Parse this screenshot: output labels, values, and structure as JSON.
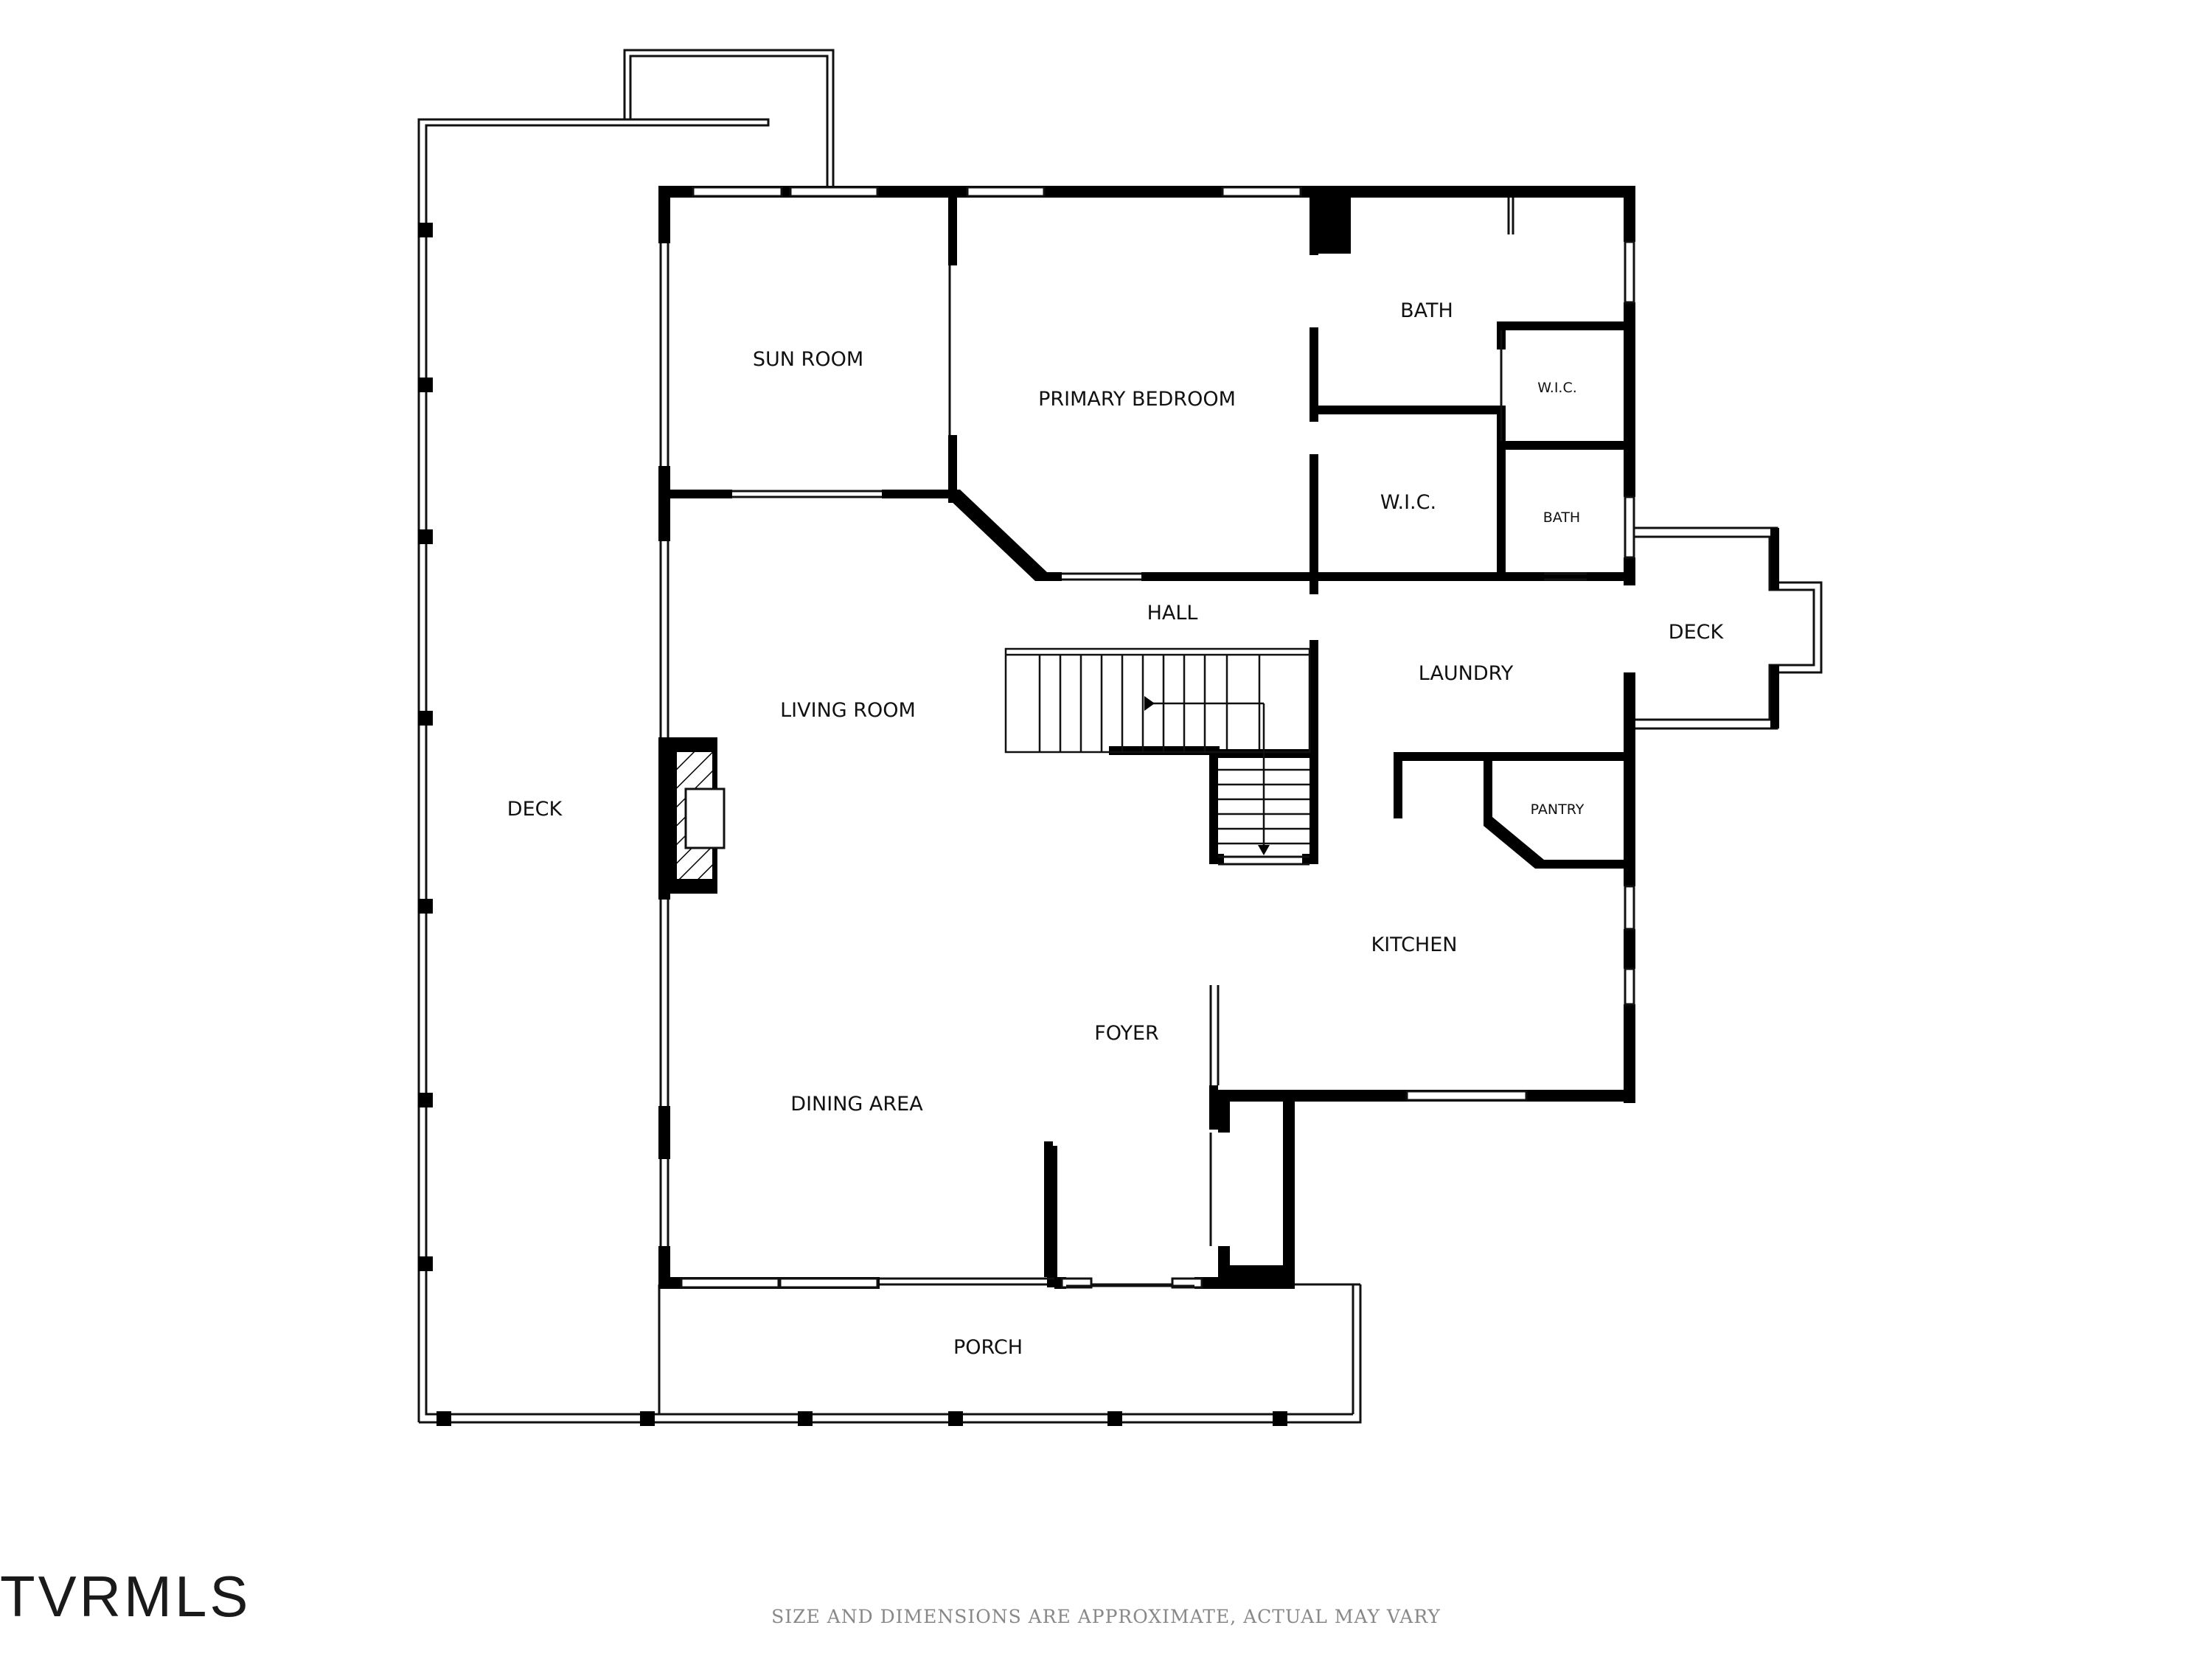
{
  "plan": {
    "colors": {
      "wall": "#000000",
      "thin": "#111111",
      "background": "#ffffff"
    },
    "rooms": {
      "deck_left": "DECK",
      "sun_room": "SUN ROOM",
      "primary_bedroom": "PRIMARY BEDROOM",
      "bath_upper": "BATH",
      "wic_small": "W.I.C.",
      "wic": "W.I.C.",
      "bath_small": "BATH",
      "hall": "HALL",
      "laundry": "LAUNDRY",
      "deck_right": "DECK",
      "living_room": "LIVING ROOM",
      "pantry": "PANTRY",
      "kitchen": "KITCHEN",
      "foyer": "FOYER",
      "dining_area": "DINING AREA",
      "porch": "PORCH"
    }
  },
  "footer": {
    "disclaimer": "SIZE AND DIMENSIONS ARE APPROXIMATE, ACTUAL MAY VARY"
  },
  "watermark": {
    "text": "TVRMLS"
  }
}
